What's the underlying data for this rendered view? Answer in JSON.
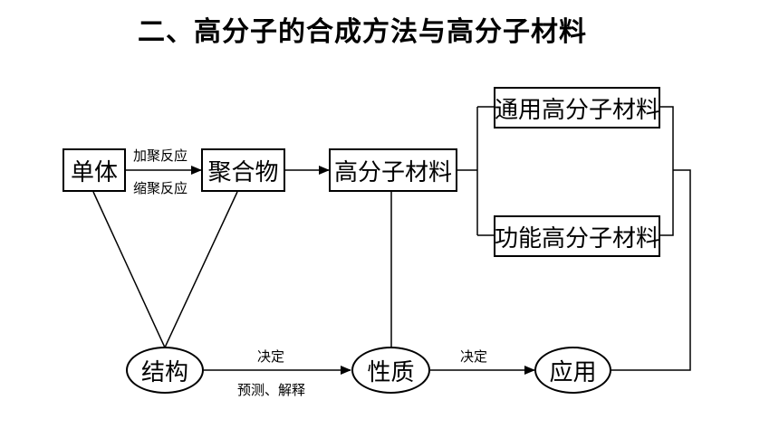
{
  "title": "二、高分子的合成方法与高分子材料",
  "nodes": {
    "monomer": "单体",
    "polymer": "聚合物",
    "polymer_material": "高分子材料",
    "general_material": "通用高分子材料",
    "functional_material": "功能高分子材料",
    "structure": "结构",
    "property": "性质",
    "application": "应用"
  },
  "edges": {
    "addition_polymerization": "加聚反应",
    "condensation_polymerization": "缩聚反应",
    "structure_determines": "决定",
    "predict_explain": "预测、解释",
    "property_determines": "决定"
  }
}
